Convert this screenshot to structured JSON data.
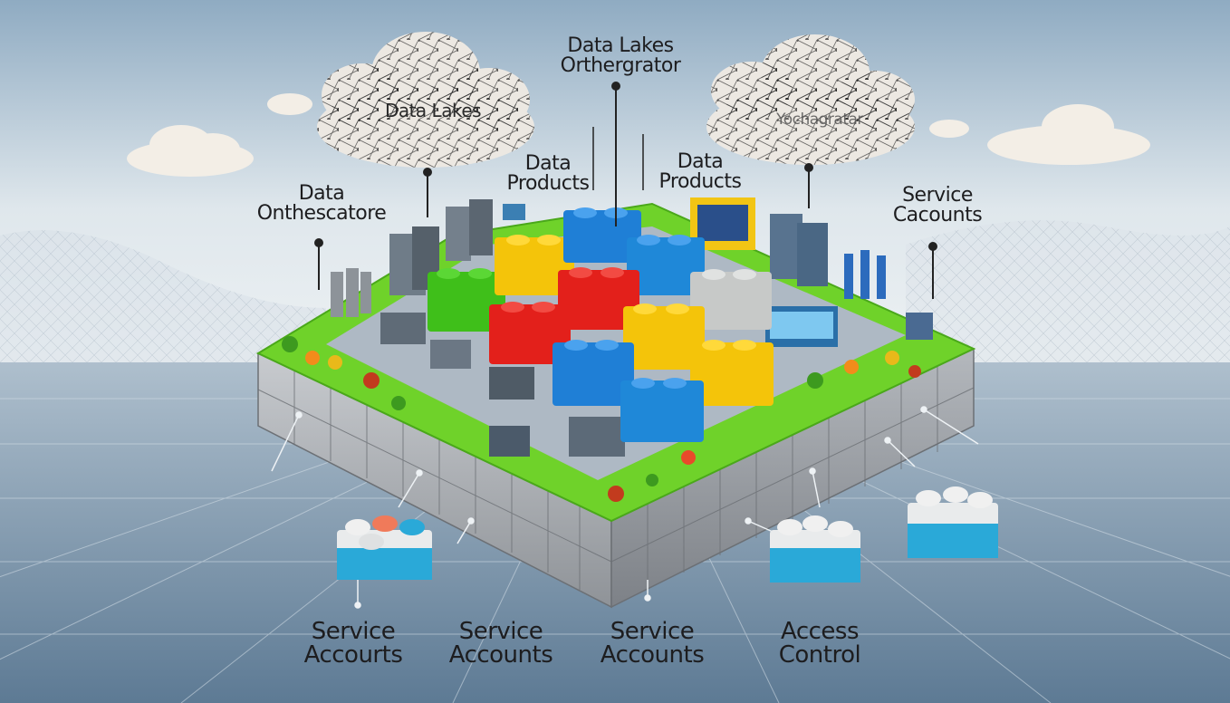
{
  "labels": {
    "cloud_left": "Data Lakes",
    "cloud_right": "Yochagratar",
    "top_center_line1": "Data Lakes",
    "top_center_line2": "Orthergrator",
    "left_line1": "Data",
    "left_line2": "Onthescatore",
    "products_left_line1": "Data",
    "products_left_line2": "Products",
    "products_right_line1": "Data",
    "products_right_line2": "Products",
    "right_line1": "Service",
    "right_line2": "Cacounts",
    "bottom_1_line1": "Service",
    "bottom_1_line2": "Accourts",
    "bottom_2_line1": "Service",
    "bottom_2_line2": "Accounts",
    "bottom_3_line1": "Service",
    "bottom_3_line2": "Accounts",
    "bottom_4_line1": "Access",
    "bottom_4_line2": "Control"
  },
  "colors": {
    "sky_top": "#9fb8cc",
    "sky_bottom": "#e8eef2",
    "grass": "#6fd22a",
    "lego_red": "#e3201b",
    "lego_blue": "#1f7fd6",
    "lego_yellow": "#f4c40a",
    "lego_green": "#3fbf1a",
    "lego_gray": "#c7c9c8",
    "platform_side": "#b9bcc0"
  }
}
